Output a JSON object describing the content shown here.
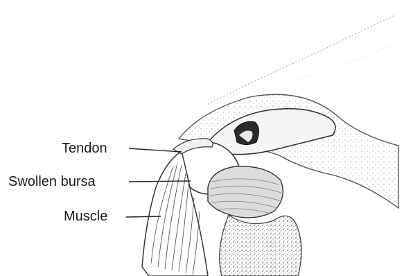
{
  "labels": {
    "tendon": "Tendon",
    "bursa": "Swollen bursa",
    "muscle": "Muscle"
  }
}
